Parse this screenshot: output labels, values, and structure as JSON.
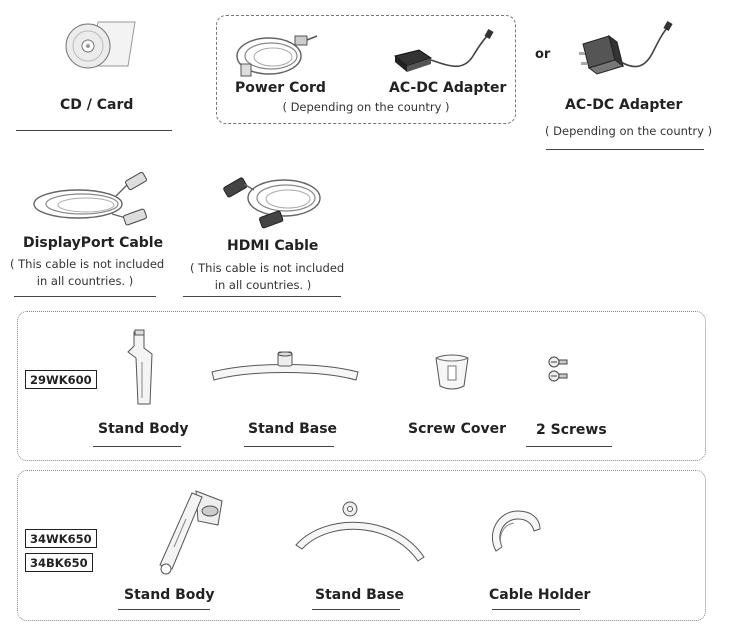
{
  "top": {
    "cd": {
      "title": "CD / Card",
      "icon": "cd-card-icon"
    },
    "power_box": {
      "power_cord": {
        "title": "Power Cord",
        "icon": "power-cord-icon"
      },
      "adapter": {
        "title": "AC-DC Adapter",
        "icon": "ac-dc-adapter-icon"
      },
      "note": "( Depending on the country )"
    },
    "or_label": "or",
    "adapter_alt": {
      "title": "AC-DC Adapter",
      "note": "( Depending on the country )",
      "icon": "ac-dc-adapter-plug-icon"
    }
  },
  "cables": {
    "displayport": {
      "title": "DisplayPort Cable",
      "note_line1": "( This cable is not included",
      "note_line2": "in all countries. )",
      "icon": "displayport-cable-icon"
    },
    "hdmi": {
      "title": "HDMI Cable",
      "note_line1": "( This cable is not included",
      "note_line2": "in all countries. )",
      "icon": "hdmi-cable-icon"
    }
  },
  "group_29": {
    "models": [
      "29WK600"
    ],
    "items": [
      {
        "label": "Stand Body",
        "icon": "stand-body-icon"
      },
      {
        "label": "Stand Base",
        "icon": "stand-base-icon"
      },
      {
        "label": "Screw Cover",
        "icon": "screw-cover-icon"
      },
      {
        "label": "2 Screws",
        "icon": "screws-icon"
      }
    ]
  },
  "group_34": {
    "models": [
      "34WK650",
      "34BK650"
    ],
    "items": [
      {
        "label": "Stand Body",
        "icon": "stand-body-icon"
      },
      {
        "label": "Stand Base",
        "icon": "stand-base-icon"
      },
      {
        "label": "Cable Holder",
        "icon": "cable-holder-icon"
      }
    ]
  }
}
